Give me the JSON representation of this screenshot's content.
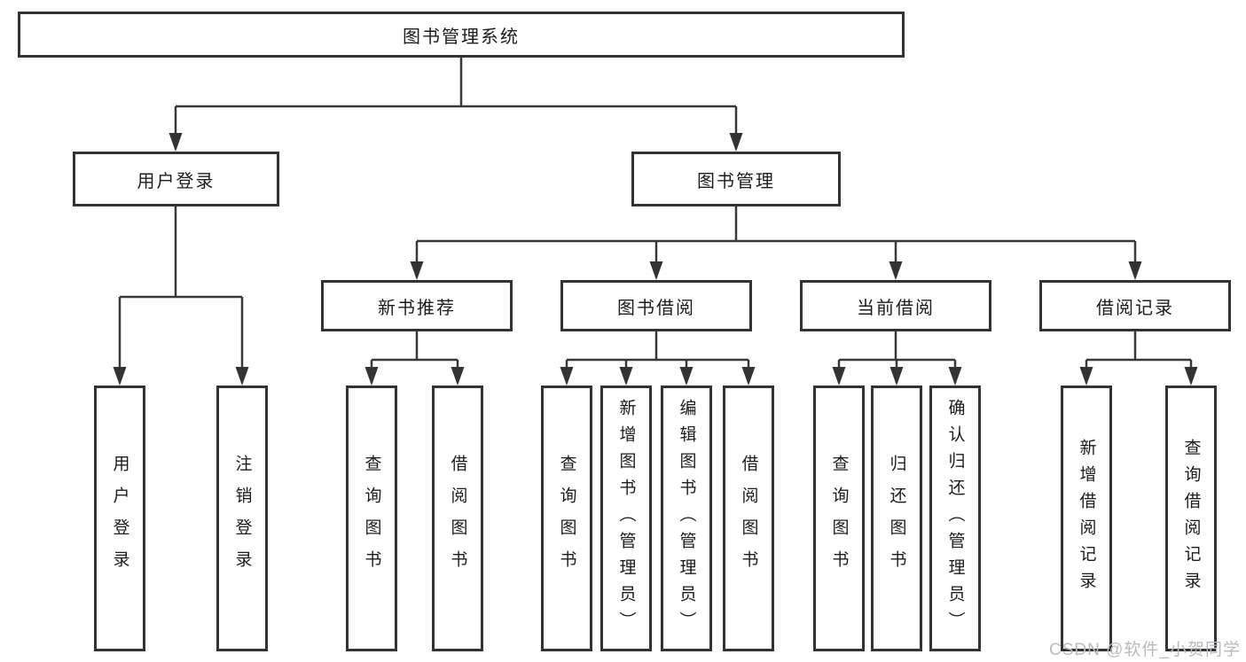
{
  "tree": {
    "root": {
      "label": "图书管理系统"
    },
    "children": [
      {
        "label": "用户登录",
        "children": [
          {
            "label": "用户登录"
          },
          {
            "label": "注销登录"
          }
        ]
      },
      {
        "label": "图书管理",
        "children": [
          {
            "label": "新书推荐",
            "children": [
              {
                "label": "查询图书"
              },
              {
                "label": "借阅图书"
              }
            ]
          },
          {
            "label": "图书借阅",
            "children": [
              {
                "label": "查询图书"
              },
              {
                "label": "新增图书（管理员）"
              },
              {
                "label": "编辑图书（管理员）"
              },
              {
                "label": "借阅图书"
              }
            ]
          },
          {
            "label": "当前借阅",
            "children": [
              {
                "label": "查询图书"
              },
              {
                "label": "归还图书"
              },
              {
                "label": "确认归还（管理员）"
              }
            ]
          },
          {
            "label": "借阅记录",
            "children": [
              {
                "label": "新增借阅记录"
              },
              {
                "label": "查询借阅记录"
              }
            ]
          }
        ]
      }
    ]
  },
  "watermark": {
    "text": "CSDN @软件_小贺同学"
  },
  "colors": {
    "line": "#383838",
    "box_border": "#333333",
    "text": "#1c1c1c",
    "watermark": "#b8bbc0",
    "background": "#ffffff"
  }
}
